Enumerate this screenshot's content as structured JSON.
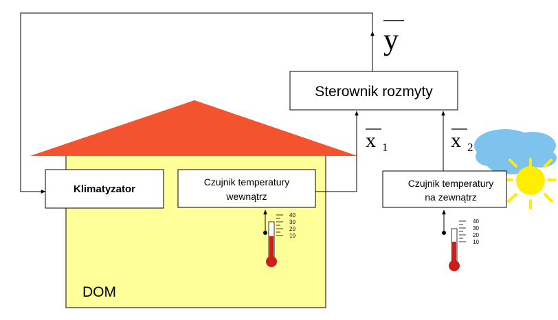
{
  "labels": {
    "output": "y",
    "controller": "Sterownik rozmyty",
    "input1_var": "x",
    "input1_sub": "1",
    "input2_var": "x",
    "input2_sub": "2",
    "ac": "Klimatyzator",
    "sensor_in_l1": "Czujnik temperatury",
    "sensor_in_l2": "wewnątrz",
    "sensor_out_l1": "Czujnik temperatury",
    "sensor_out_l2": "na zewnątrz",
    "house": "DOM"
  },
  "thermometer_ticks": [
    "40",
    "30",
    "20",
    "10"
  ],
  "colors": {
    "roof": "#f4532f",
    "house": "#ffff99",
    "mercury": "#cc1f1a",
    "cloud": "#7ec3ee",
    "sun": "#ffee00"
  }
}
